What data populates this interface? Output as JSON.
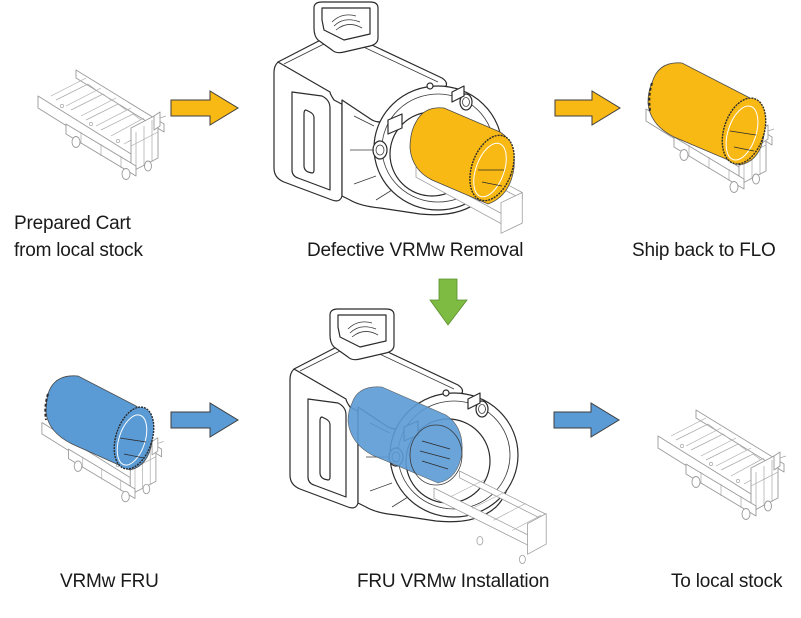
{
  "title": "VRMw replacement workflow",
  "colors": {
    "defective": "#f9b914",
    "fru": "#5b9bd5",
    "flow_down": "#7dbb42",
    "line_art": "#2b2b2b",
    "cart_line": "#9a9a9a"
  },
  "steps": {
    "prepared_cart": {
      "label_line1": "Prepared Cart",
      "label_line2": "from local stock",
      "icon": "empty-cart"
    },
    "defective_removal": {
      "label": "Defective VRMw Removal",
      "icon": "gantry-with-defective-vrmw"
    },
    "ship_back": {
      "label": "Ship back to FLO",
      "icon": "cart-with-defective-vrmw"
    },
    "vrmw_fru": {
      "label": "VRMw FRU",
      "icon": "cart-with-fru-vrmw"
    },
    "fru_installation": {
      "label": "FRU VRMw Installation",
      "icon": "gantry-with-fru-vrmw"
    },
    "to_local_stock": {
      "label": "To local stock",
      "icon": "empty-cart"
    }
  },
  "arrows": [
    {
      "name": "arrow-cart-to-removal",
      "direction": "right",
      "color": "#f9b914"
    },
    {
      "name": "arrow-removal-to-ship",
      "direction": "right",
      "color": "#f9b914"
    },
    {
      "name": "arrow-removal-to-installation",
      "direction": "down",
      "color": "#7dbb42"
    },
    {
      "name": "arrow-fru-to-installation",
      "direction": "right",
      "color": "#5b9bd5"
    },
    {
      "name": "arrow-installation-to-stock",
      "direction": "right",
      "color": "#5b9bd5"
    }
  ]
}
